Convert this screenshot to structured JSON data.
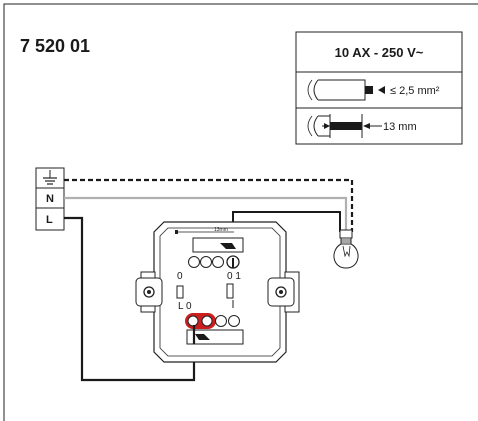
{
  "reference": "7 520 01",
  "spec": {
    "rating": "10 AX - 250 V~",
    "wire_section": "≤ 2,5 mm²",
    "strip_length": "13 mm"
  },
  "terminals": {
    "neutral": "N",
    "line": "L"
  },
  "switch": {
    "strip_gauge": "13mm",
    "contact_left_top": "0",
    "contact_right_top": "0 1",
    "contact_left_bottom": "L 0"
  },
  "colors": {
    "line_wire": "#1a1a1a",
    "neutral_wire": "#b0b0b0",
    "earth_wire": "#1a1a1a",
    "terminal_highlight": "#cc1f1f"
  },
  "icons": [
    "earth-symbol-icon",
    "lamp-icon",
    "screw-icon",
    "wire-icon"
  ]
}
